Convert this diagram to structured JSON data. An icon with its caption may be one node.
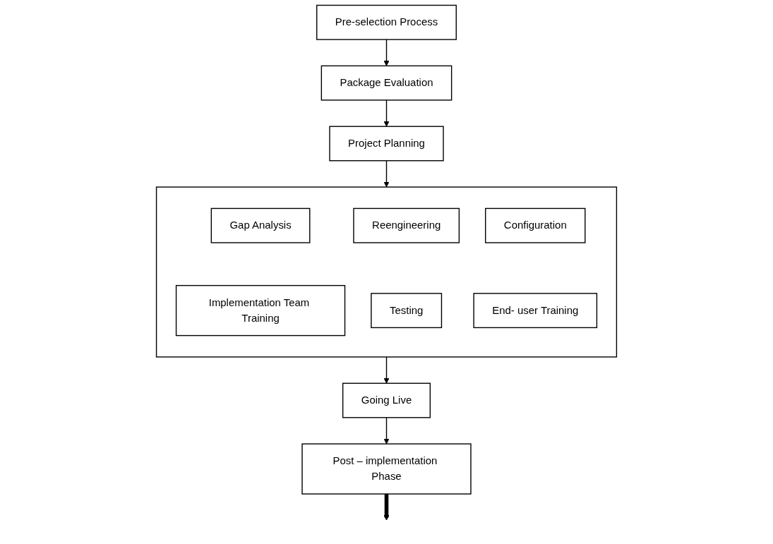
{
  "diagram": {
    "nodes": [
      {
        "text": [
          "Pre-selection Process"
        ]
      },
      {
        "text": [
          "Package Evaluation"
        ]
      },
      {
        "text": [
          "Project Planning"
        ]
      },
      {
        "text": [],
        "shape": "box"
      },
      {
        "text": [
          "Gap Analysis"
        ],
        "in": 3
      },
      {
        "text": [
          "Reengineering"
        ],
        "in": 3
      },
      {
        "text": [
          "Configuration"
        ],
        "in": 3
      },
      {
        "text": [
          "Implementation Team Training"
        ],
        "in": 3
      },
      {
        "text": [
          "Testing"
        ],
        "in": 3
      },
      {
        "text": [
          "End- user Training"
        ],
        "in": 3
      },
      {
        "text": [
          "Going Live"
        ]
      },
      {
        "text": [
          "Post – implementation Phase"
        ]
      }
    ],
    "edges": [
      {
        "from": 0,
        "to": 1,
        "arrow": "to"
      },
      {
        "from": 1,
        "to": 2,
        "arrow": "to"
      },
      {
        "from": 2,
        "to": 3,
        "arrow": "to"
      },
      {
        "from": 3,
        "to": 10,
        "arrow": "to"
      },
      {
        "from": 10,
        "to": 11,
        "arrow": "to"
      },
      {
        "from": 11,
        "to": null,
        "arrow": "to",
        "style": "thick"
      }
    ]
  }
}
